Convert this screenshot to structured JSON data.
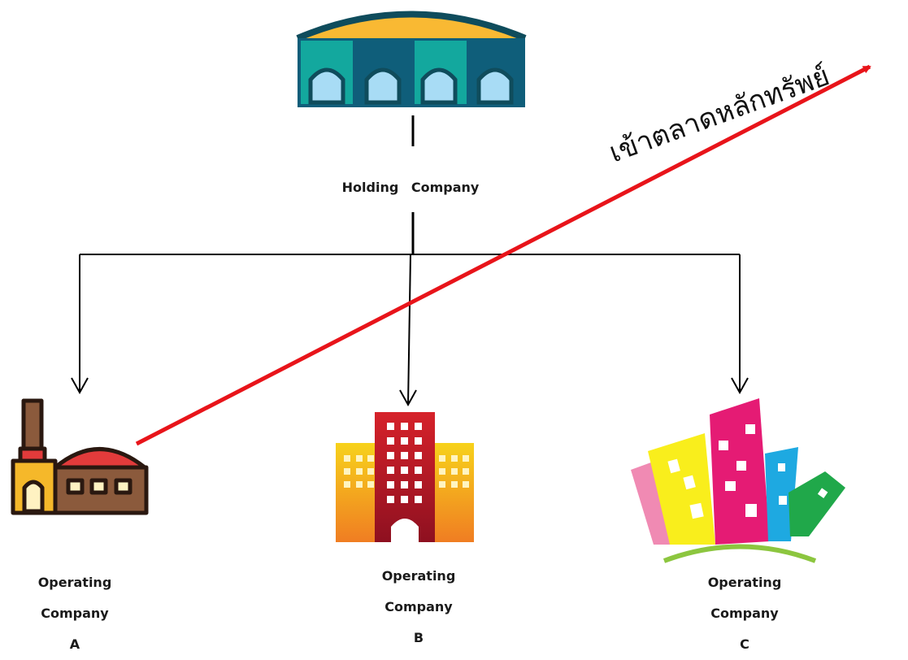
{
  "holding": {
    "label": "Holding   Company"
  },
  "ipo_arrow": {
    "label": "เข้าตลาดหลักทรัพย์",
    "color": "#e8141a"
  },
  "companies": [
    {
      "line1": "Operating",
      "line2": "Company",
      "line3": "A",
      "icon": "factory-icon"
    },
    {
      "line1": "Operating",
      "line2": "Company",
      "line3": "B",
      "icon": "office-building-icon"
    },
    {
      "line1": "Operating",
      "line2": "Company",
      "line3": "C",
      "icon": "colorful-buildings-icon"
    }
  ],
  "colors": {
    "connector": "#000000",
    "holding_roof": "#f9b933",
    "holding_teal": "#13a89e",
    "holding_dark": "#0f5e7a",
    "holding_window": "#a8dcf5"
  }
}
